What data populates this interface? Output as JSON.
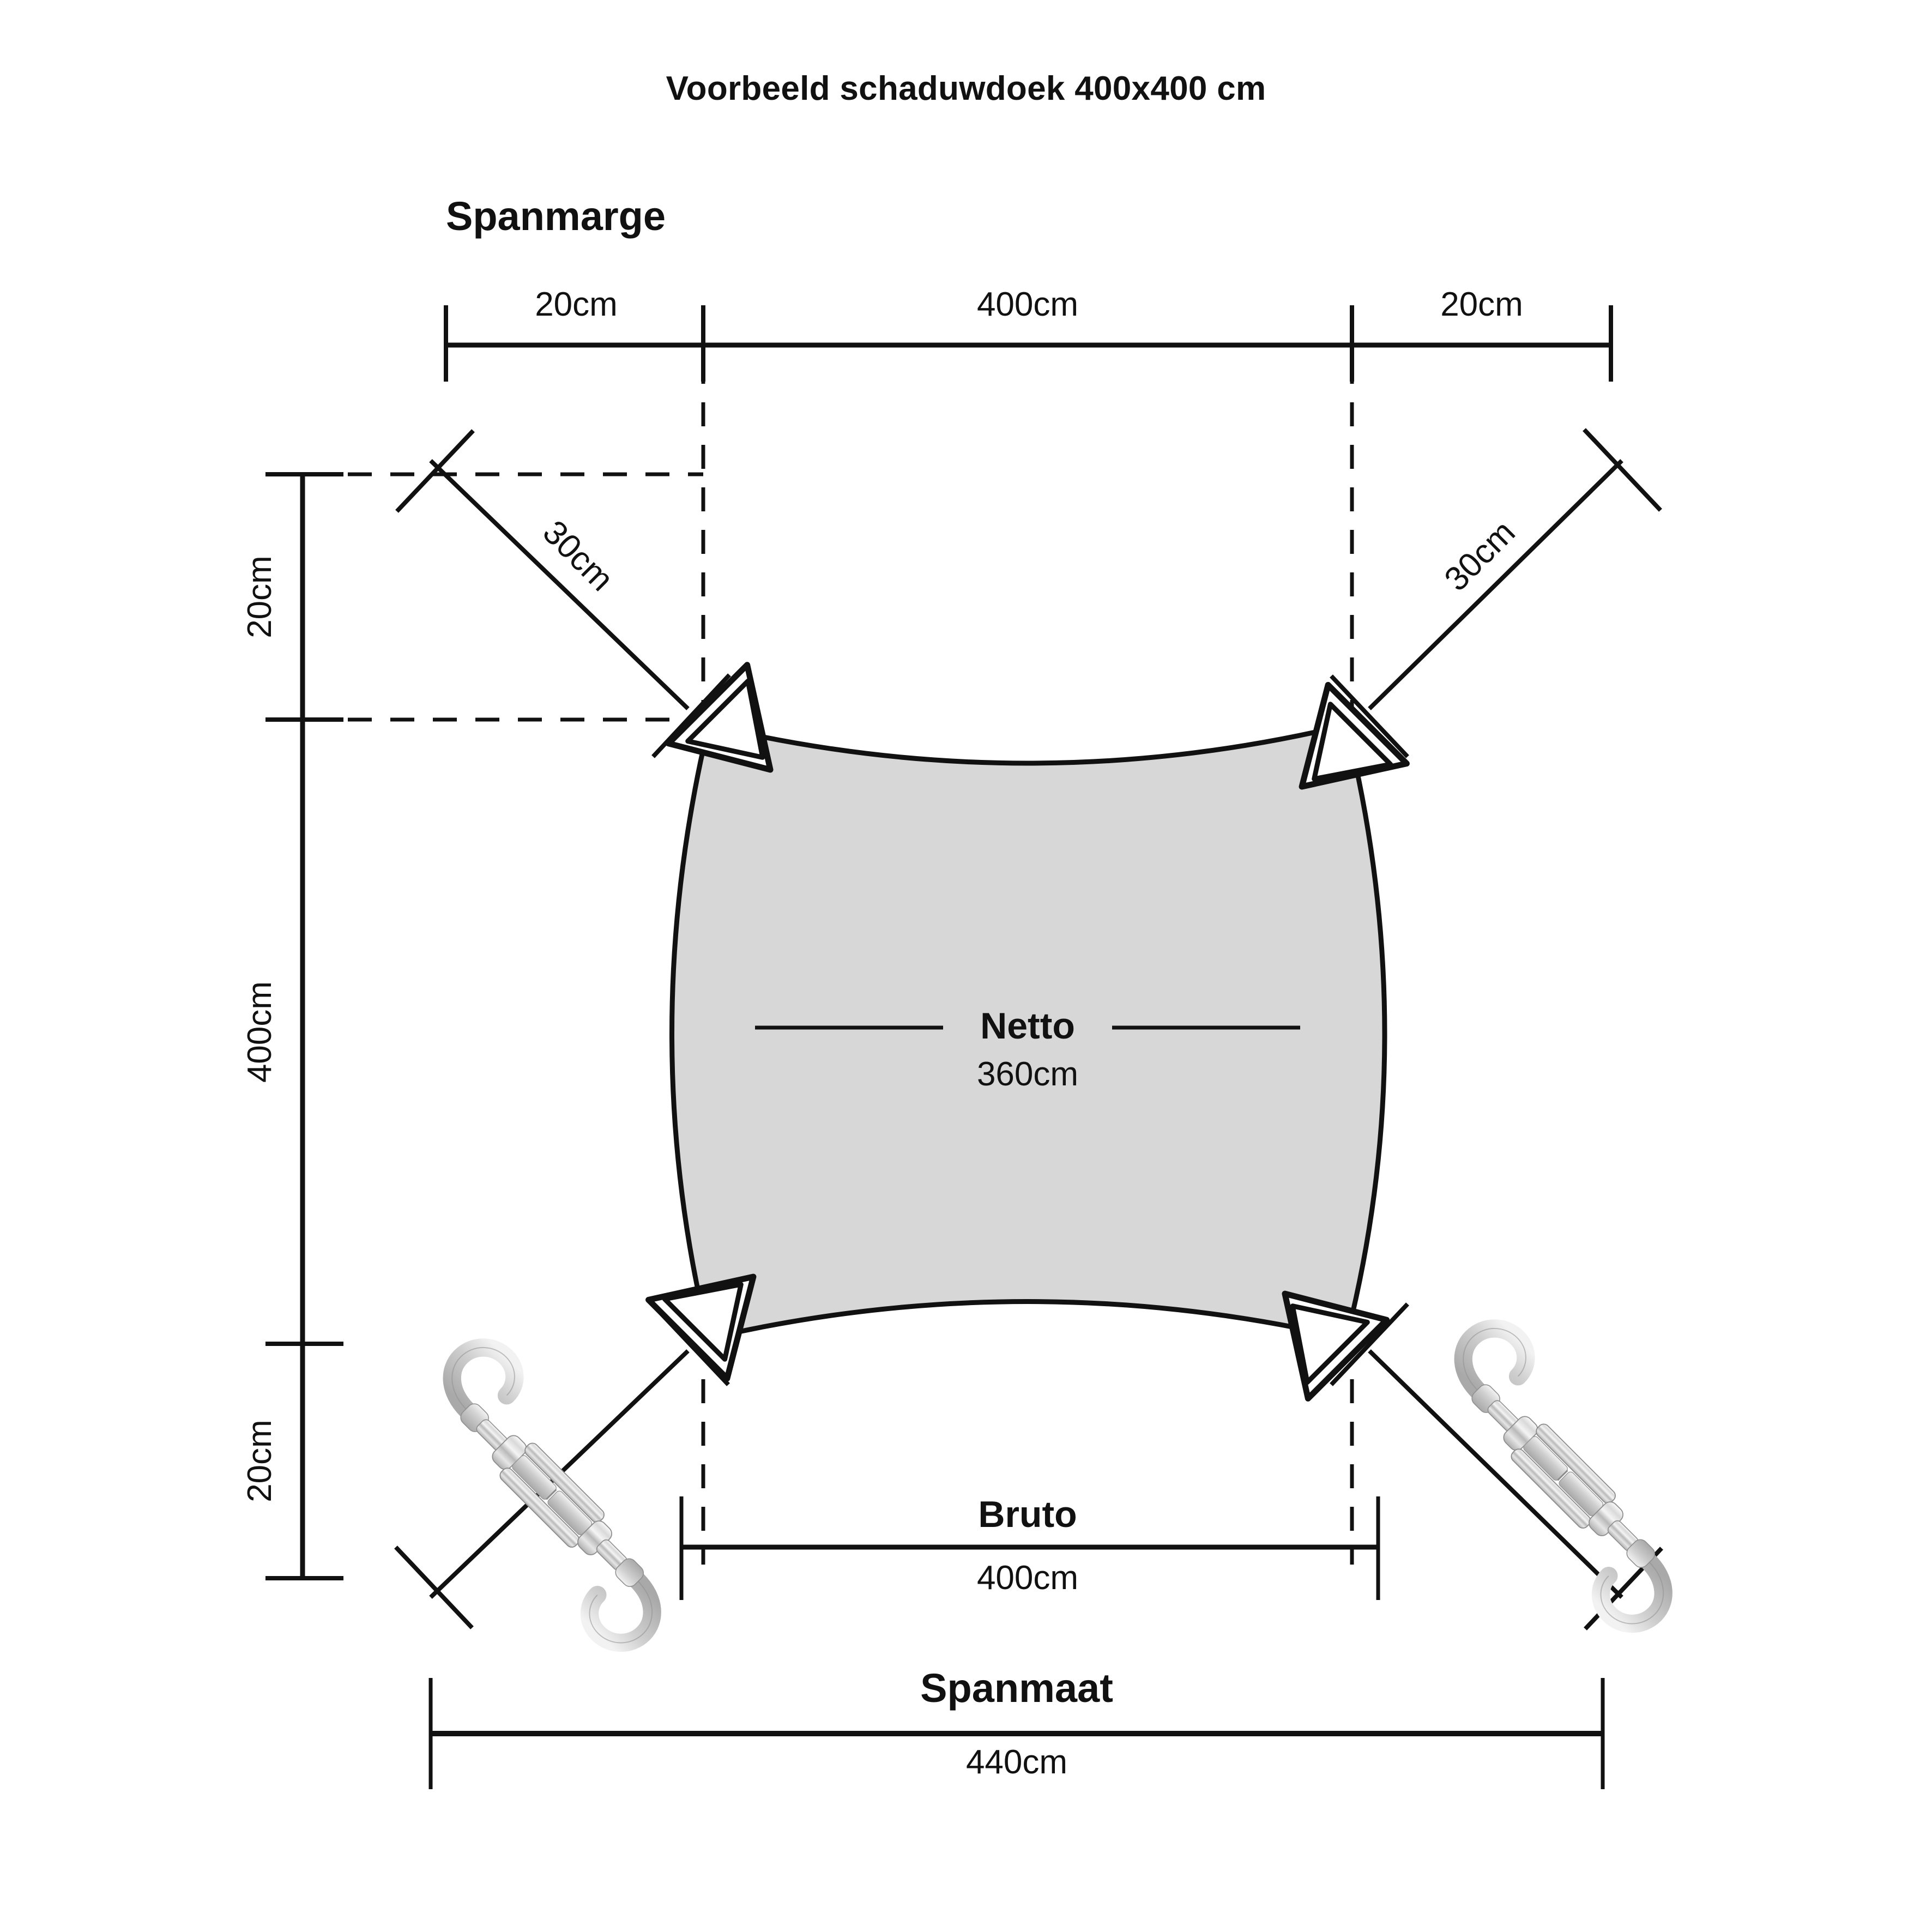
{
  "title": "Voorbeeld schaduwdoek 400x400 cm",
  "headings": {
    "spanmarge": "Spanmarge",
    "netto": "Netto",
    "bruto": "Bruto",
    "spanmaat": "Spanmaat"
  },
  "dimensions": {
    "top_left_margin": "20cm",
    "top_center": "400cm",
    "top_right_margin": "20cm",
    "left_top_margin": "20cm",
    "left_center": "400cm",
    "left_bottom_margin": "20cm",
    "diagonal_top_left": "30cm",
    "diagonal_top_right": "30cm",
    "netto_value": "360cm",
    "bruto_value": "400cm",
    "spanmaat_value": "440cm"
  },
  "colors": {
    "sail_fill": "#d7d7d7",
    "line": "#111111",
    "background": "#ffffff",
    "hardware_metal": "#c9c9c9"
  },
  "chart_data": {
    "type": "diagram",
    "title": "Voorbeeld schaduwdoek 400x400 cm",
    "subject": "shade sail dimension drawing",
    "labels": [
      "Spanmarge",
      "Netto",
      "Bruto",
      "Spanmaat"
    ],
    "measurements": [
      {
        "name": "Spanmarge horizontaal links",
        "value": 20,
        "unit": "cm"
      },
      {
        "name": "Bruto breedte",
        "value": 400,
        "unit": "cm"
      },
      {
        "name": "Spanmarge horizontaal rechts",
        "value": 20,
        "unit": "cm"
      },
      {
        "name": "Spanmarge verticaal boven",
        "value": 20,
        "unit": "cm"
      },
      {
        "name": "Bruto hoogte",
        "value": 400,
        "unit": "cm"
      },
      {
        "name": "Spanmarge verticaal onder",
        "value": 20,
        "unit": "cm"
      },
      {
        "name": "Diagonaal hoek linksboven",
        "value": 30,
        "unit": "cm"
      },
      {
        "name": "Diagonaal hoek rechtsboven",
        "value": 30,
        "unit": "cm"
      },
      {
        "name": "Netto doekmaat",
        "value": 360,
        "unit": "cm"
      },
      {
        "name": "Bruto doekmaat",
        "value": 400,
        "unit": "cm"
      },
      {
        "name": "Spanmaat totaal",
        "value": 440,
        "unit": "cm"
      }
    ]
  }
}
